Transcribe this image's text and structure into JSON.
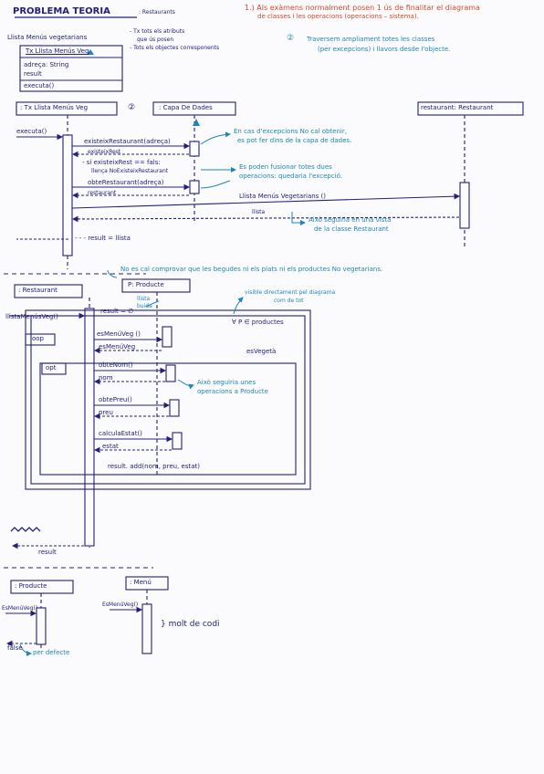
{
  "header": {
    "title": "PROBLEMA TEORIA",
    "subtitle": ": Restaurants",
    "note_line1": "1.) Als exàmens normalment posen 1 ús de finalitar el diagrama",
    "note_line2": "de classes i les operacions (operacions – sistema)."
  },
  "contract": {
    "label": "Llista Menús vegetarians",
    "class_name": "Tx Llista Menús Veg",
    "attribute": "adreça: String",
    "result": "result",
    "operation": "executa()",
    "side_note_line1": "- Tx tots els atributs",
    "side_note_line2": "que ús posen",
    "side_note_line3": "- Tots els objectes corresponents",
    "step2_line1": "Traversem ampliament totes les classes",
    "step2_line2": "(per excepcions) i llavors desde l'objecte.",
    "step2_num": "②"
  },
  "diagram1": {
    "lifeline_tx": ": Tx Llista Menús Veg",
    "lifeline_capa": ": Capa De Dades",
    "lifeline_restaurant": "restaurant: Restaurant",
    "marker": "②",
    "msg_executa": "executa()",
    "msg_existeix": "existeixRestaurant(adreça)",
    "ret_existeix": "existeixRest",
    "cond_line1": "- si existeixRest == fals:",
    "cond_line2": "llença NoExisteixRestaurant",
    "msg_obte": "obteRestaurant(adreça)",
    "ret_obte": "restaurant",
    "msg_llista": "Llista Menús Vegetarians ()",
    "ret_llista": "llista",
    "result_line": "- - - result = llista",
    "note_exc_line1": "En cas d'excepcions No cal obtenir,",
    "note_exc_line2": "es pot fer dins de la capa de dades.",
    "note_fusion_line1": "Es poden fusionar totes dues",
    "note_fusion_line2": "operacions: quedaria l'excepció.",
    "note_restaurant_line1": "Això seguiria en una vista",
    "note_restaurant_line2": "de la classe Restaurant"
  },
  "diagram2": {
    "top_note": "No es cal comprovar que les begudes ni els plats ni els productes No vegetarians.",
    "lifeline_restaurant": ": Restaurant",
    "lifeline_producte": "P: Producte",
    "msg_llista": "llistaMenúsVeg()",
    "result_init": "result = ∅",
    "note_lista_line1": "llista",
    "note_lista_line2": "buida",
    "note_visible_line1": "visible directament pel diagrama",
    "note_visible_line2": "com de tot",
    "foreach": "∀ P ∈ productes",
    "loop_label": "loop",
    "opt_label": "opt",
    "guard": "esVegetà",
    "msg_esmenu": "esMenúVeg ()",
    "ret_esmenu": "esMenúVeg",
    "msg_obtenom": "obteNom()",
    "ret_nom": "nom",
    "msg_preu": "obtePreu()",
    "ret_preu": "preu",
    "msg_estat": "calculaEstat()",
    "ret_estat": "estat",
    "result_add": "result. add(nom, preu, estat)",
    "note_ops_line1": "Això seguiria unes",
    "note_ops_line2": "operacions a Producte",
    "ret_result": "result"
  },
  "diagram3": {
    "lifeline_producte": ": Producte",
    "lifeline_menu": ": Menú",
    "msg_producte": "EsMenúVeg()",
    "msg_menu": "EsMenúVeg()",
    "ret_false": "false",
    "note_default": "per defecte",
    "note_menu": "} molt de codi"
  }
}
